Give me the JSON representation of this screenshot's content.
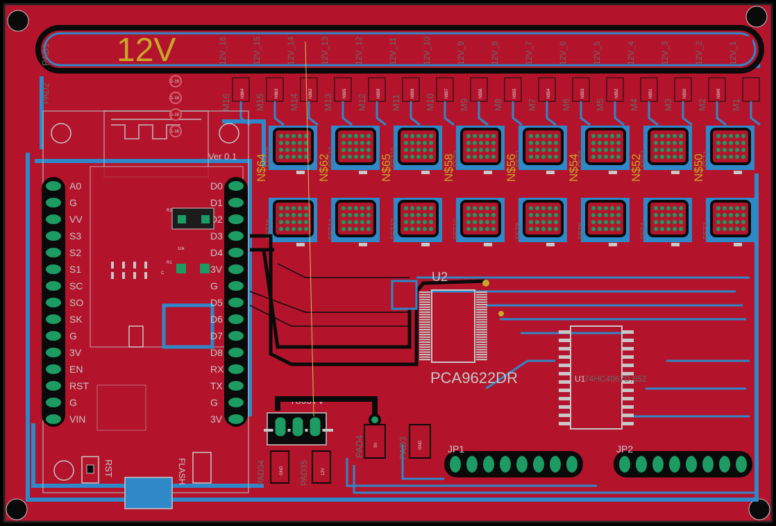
{
  "board": {
    "colors": {
      "copper_top": "#b3142b",
      "copper_bottom": "#2f88c8",
      "pad": "#1c9b63",
      "outline": "#0a0a0a",
      "silk": "#c8c8c8",
      "label": "#c9a72b"
    },
    "power_label": "12V",
    "pad1_label": "PAD1",
    "pad2_label": "PAD2",
    "header_12v_labels": [
      "12V_16",
      "12V_15",
      "12V_14",
      "12V_13",
      "12V_12",
      "12V_11",
      "12V_10",
      "12V_9",
      "12V_8",
      "12V_7",
      "12V_6",
      "12V_5",
      "12V_4",
      "12V_3",
      "12V_2",
      "12V_1"
    ],
    "motor_labels": [
      "M16",
      "M15",
      "M14",
      "M13",
      "M12",
      "M11",
      "M10",
      "M9",
      "M8",
      "M7",
      "M6",
      "M5",
      "M4",
      "M3",
      "M2",
      "M1"
    ],
    "motor_net_labels": [
      "N$64",
      "N$63",
      "N$62",
      "N$65",
      "N$59",
      "N$58",
      "N$57",
      "N$56",
      "N$55",
      "N$54",
      "N$53",
      "N$52",
      "N$51",
      "N$50",
      "N$49"
    ],
    "net_labels_large": [
      "N$64",
      "N$62",
      "N$65",
      "N$58",
      "N$56",
      "N$54",
      "N$52",
      "N$50"
    ],
    "fet_top_labels": [
      "FET15",
      "FET13",
      "FET11",
      "FET9",
      "FET7",
      "FET5",
      "FET3",
      "FET1"
    ],
    "fet_bottom_labels": [
      "FET16",
      "FET14",
      "FET12",
      "FET10",
      "FET8",
      "FET6",
      "FET4",
      "FET2"
    ],
    "nodemcu_left_pins": [
      "A0",
      "G",
      "VV",
      "S3",
      "S2",
      "S1",
      "SC",
      "SO",
      "SK",
      "G",
      "3V",
      "EN",
      "RST",
      "G",
      "VIN"
    ],
    "nodemcu_right_pins": [
      "D0",
      "D1",
      "D2",
      "D3",
      "D4",
      "3V",
      "G",
      "D5",
      "D6",
      "D7",
      "D8",
      "RX",
      "TX",
      "G",
      "3V"
    ],
    "module_version": "Ver 0.1",
    "resistor_labels": [
      "1-16",
      "1-16",
      "1-16",
      "1-16"
    ],
    "small_labels": [
      "10k",
      "R2",
      "R1",
      "C"
    ],
    "u2_label": "U2",
    "u2_part": "PCA9622DR",
    "u1_label": "U1",
    "u1_part": "74HC4067D,652",
    "regulator_label": "7805TV",
    "jp1_label": "JP1",
    "jp2_label": "JP2",
    "pad3_label": "PAD3",
    "pad4_label": "PAD4",
    "pad34_label": "PAD34",
    "pad35_label": "PAD35",
    "gnd_label": "GND",
    "v12_label": "12V",
    "v5_label": "5V",
    "rst_label": "RST",
    "flash_label": "FLASH"
  }
}
